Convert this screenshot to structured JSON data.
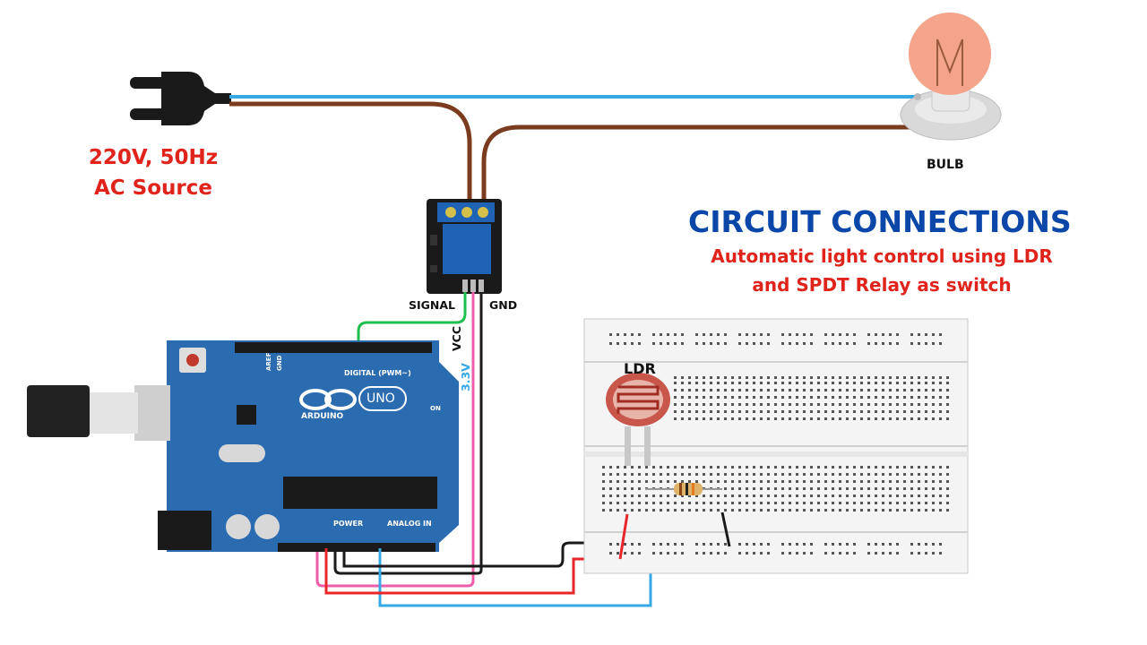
{
  "source": {
    "line1": "220V, 50Hz",
    "line2": "AC Source"
  },
  "bulb": {
    "label": "BULB"
  },
  "title": {
    "main": "CIRCUIT CONNECTIONS",
    "sub1": "Automatic light control using LDR",
    "sub2": "and SPDT Relay as switch"
  },
  "relay": {
    "signal": "SIGNAL",
    "gnd": "GND",
    "vcc": "VCC",
    "v33": "3.3V"
  },
  "arduino": {
    "brand": "ARDUINO",
    "model": "UNO",
    "digital": "DIGITAL (PWM~)",
    "power": "POWER",
    "analog": "ANALOG IN",
    "on": "ON",
    "aref": "AREF",
    "gnd": "GND"
  },
  "breadboard": {
    "ldr": "LDR"
  },
  "colors": {
    "wire_blue": "#35a8e6",
    "wire_brown": "#7a3b1e",
    "wire_red": "#e8262a",
    "wire_pink": "#ec5fa8",
    "wire_black": "#1a1a1a",
    "wire_green": "#1fbf4f",
    "board": "#2b6cb0",
    "relay": "#1e63b5",
    "title": "#0a47a8",
    "accent_red": "#e0241b"
  }
}
